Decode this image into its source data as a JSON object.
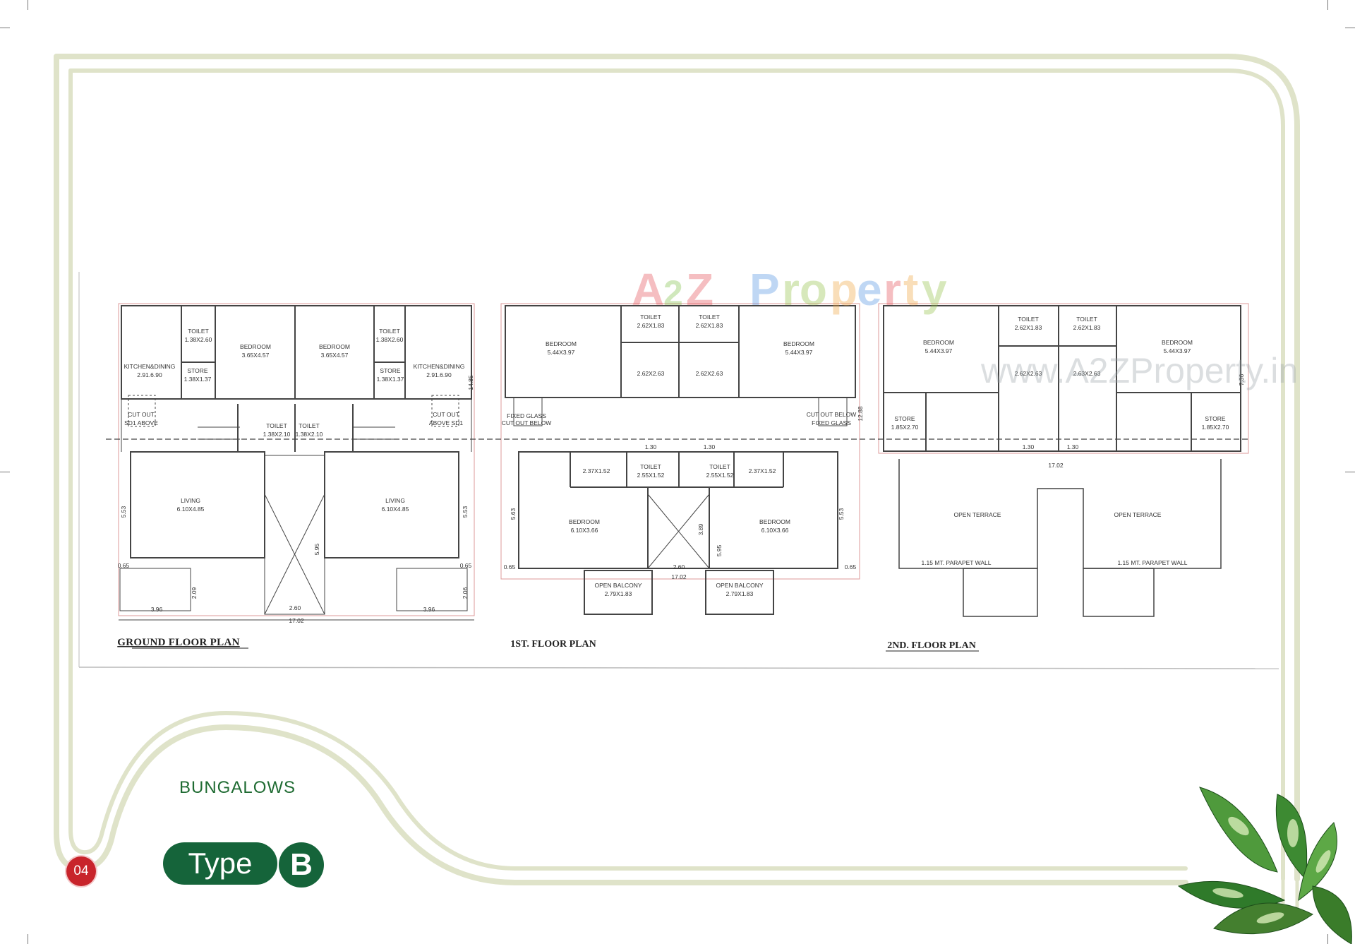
{
  "page": {
    "category": "BUNGALOWS",
    "type_label": "Type",
    "type_letter": "B",
    "page_number": "04"
  },
  "watermark": {
    "brand": "A2Z Property",
    "url": "www.A2ZProperty.in"
  },
  "plans": [
    {
      "title": "GROUND FLOOR PLAN",
      "rooms": [
        "TOILET 1.38X2.60",
        "BEDROOM 3.65X4.57",
        "BEDROOM 3.65X4.57",
        "TOILET 1.38X2.60",
        "KITCHEN&DINING 2.91.6.90",
        "STORE 1.38X1.37",
        "STORE 1.38X1.37",
        "KITCHEN&DINING 2.91.6.90",
        "CUT OUT SD1 ABOVE",
        "CUT OUT ABOVE SD1",
        "TOILET 1.38X2.10",
        "TOILET 1.38X2.10",
        "LIVING 6.10X4.85",
        "LIVING 6.10X4.85"
      ],
      "dimensions": [
        "17.02",
        "3.96",
        "3.96",
        "2.60",
        "14.85",
        "5.53",
        "5.53",
        "2.09",
        "2.06",
        "0.65",
        "0.65",
        "5.95"
      ]
    },
    {
      "title": "1ST. FLOOR PLAN",
      "rooms": [
        "BEDROOM 5.44X3.97",
        "TOILET 2.62X1.83",
        "TOILET 2.62X1.83",
        "BEDROOM 5.44X3.97",
        "2.62X2.63",
        "2.62X2.63",
        "FIXED GLASS",
        "CUT OUT BELOW",
        "CUT OUT BELOW",
        "FIXED GLASS",
        "2.37X1.52",
        "TOILET 2.55X1.52",
        "TOILET 2.55X1.52",
        "2.37X1.52",
        "BEDROOM 6.10X3.66",
        "BEDROOM 6.10X3.66",
        "OPEN BALCONY 2.79X1.83",
        "OPEN BALCONY 2.79X1.83"
      ],
      "dimensions": [
        "17.02",
        "1.30",
        "1.30",
        "2.60",
        "0.65",
        "0.65",
        "5.63",
        "5.53",
        "3.89",
        "5.95",
        "12.88"
      ]
    },
    {
      "title": "2ND. FLOOR PLAN",
      "rooms": [
        "BEDROOM 5.44X3.97",
        "TOILET 2.62X1.83",
        "TOILET 2.62X1.83",
        "BEDROOM 5.44X3.97",
        "2.62X2.63",
        "2.63X2.63",
        "STORE 1.85X2.70",
        "STORE 1.85X2.70",
        "OPEN TERRACE",
        "OPEN TERRACE",
        "1.15 MT. PARAPET WALL",
        "1.15 MT. PARAPET WALL"
      ],
      "dimensions": [
        "17.02",
        "1.30",
        "1.30",
        "7.36"
      ]
    }
  ]
}
